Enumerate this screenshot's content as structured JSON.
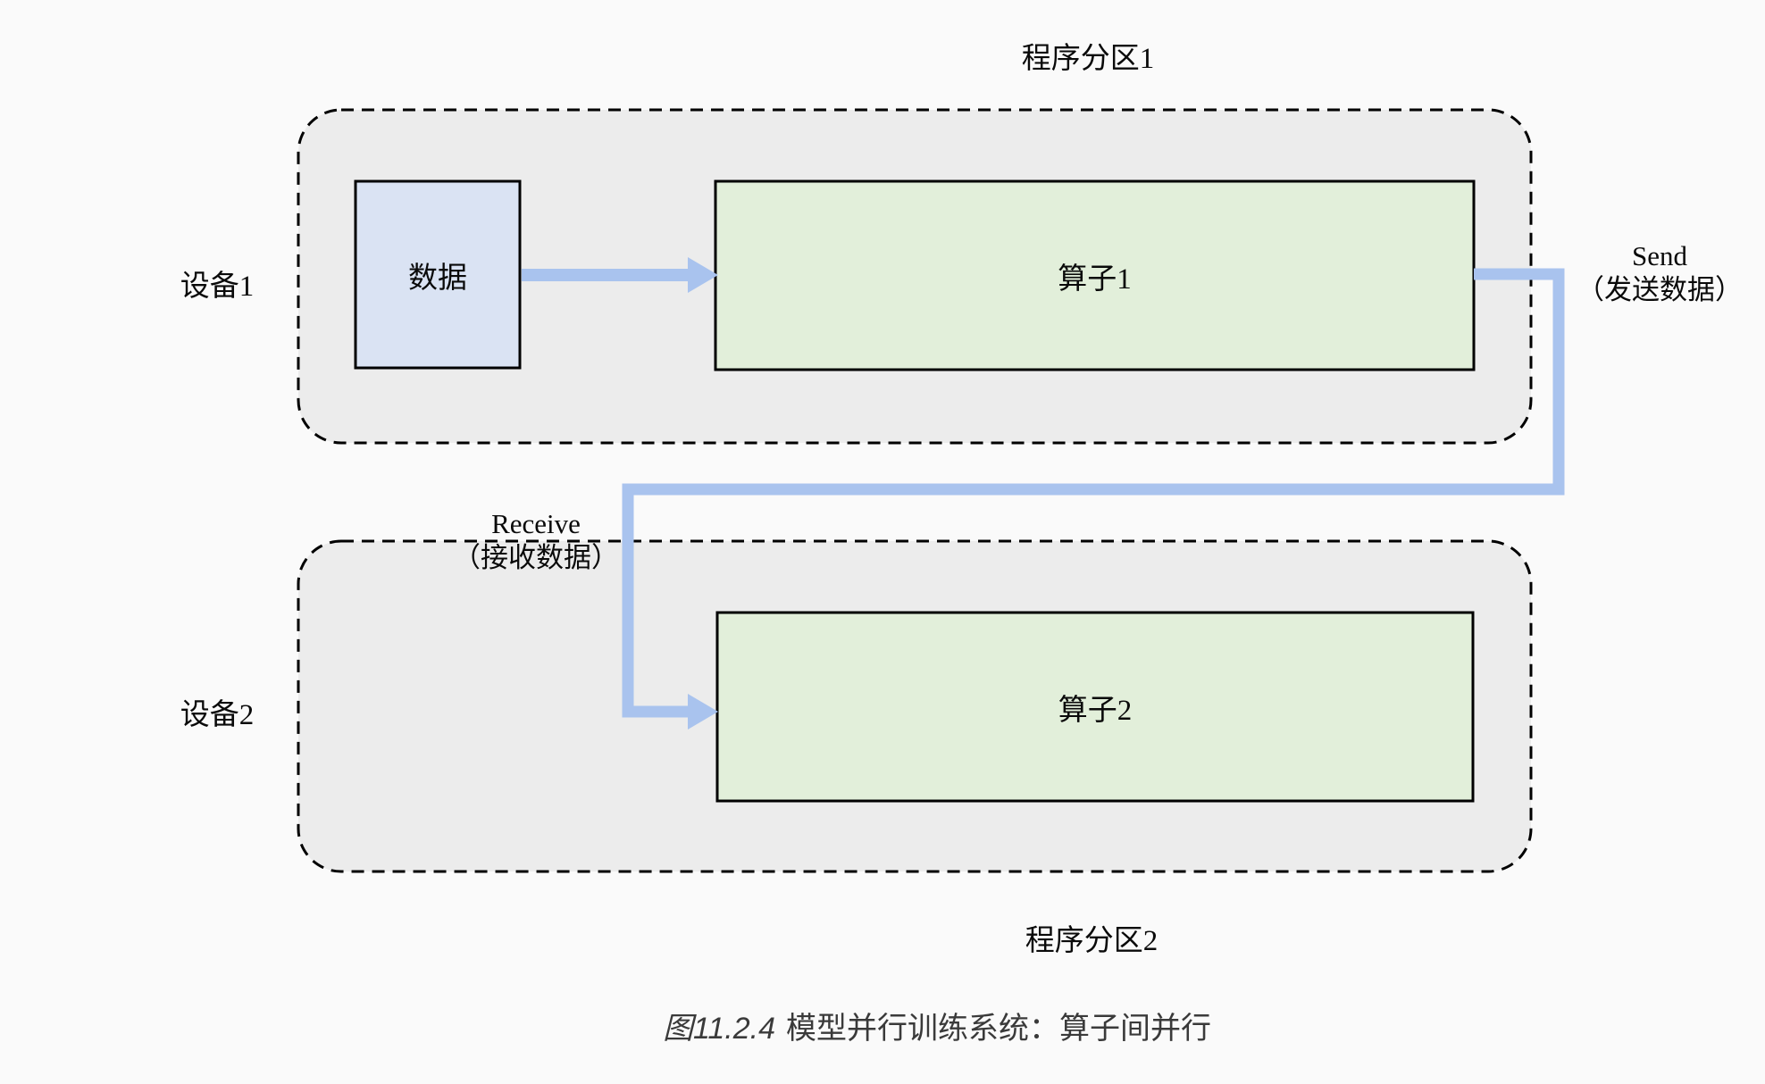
{
  "page": {
    "background": "#fafafa"
  },
  "diagram": {
    "partitions": [
      {
        "label": "程序分区1"
      },
      {
        "label": "程序分区2"
      }
    ],
    "devices": [
      {
        "label": "设备1"
      },
      {
        "label": "设备2"
      }
    ],
    "nodes": {
      "data": {
        "label": "数据",
        "fill": "#dae3f3"
      },
      "op1": {
        "label": "算子1",
        "fill": "#e2efda"
      },
      "op2": {
        "label": "算子2",
        "fill": "#e2efda"
      }
    },
    "edges": {
      "send": {
        "label_en": "Send",
        "label_zh": "（发送数据）"
      },
      "receive": {
        "label_en": "Receive",
        "label_zh": "（接收数据）"
      }
    },
    "colors": {
      "arrow": "#a9c3ee",
      "partition_fill": "#ececec",
      "node_border": "#000000",
      "partition_border": "#000000"
    }
  },
  "caption": {
    "figure_number": "图11.2.4",
    "title": "模型并行训练系统：算子间并行"
  }
}
